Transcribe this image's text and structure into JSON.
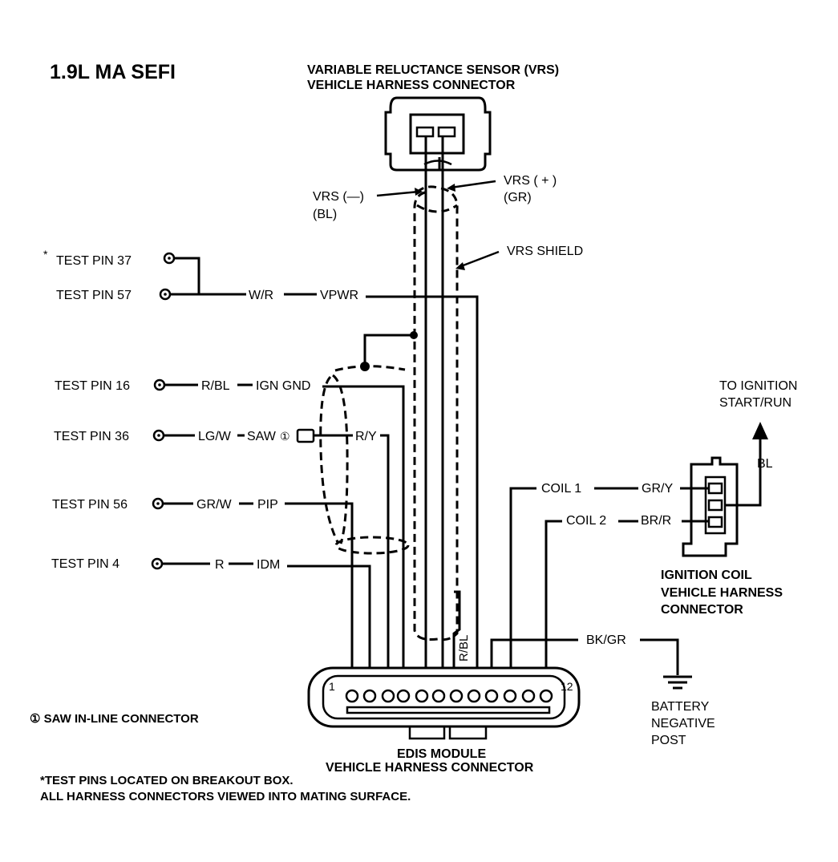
{
  "title": "1.9L MA SEFI",
  "vrs_connector": {
    "line1": "VARIABLE RELUCTANCE SENSOR (VRS)",
    "line2": "VEHICLE HARNESS CONNECTOR"
  },
  "vrs_neg": {
    "label": "VRS (—)",
    "color": "(BL)"
  },
  "vrs_pos": {
    "label": "VRS ( + )",
    "color": "(GR)"
  },
  "vrs_shield": "VRS SHIELD",
  "test_pins": [
    {
      "label": "TEST PIN 37",
      "asterisk": "*"
    },
    {
      "label": "TEST PIN 57",
      "wire": "W/R",
      "signal": "VPWR"
    },
    {
      "label": "TEST PIN 16",
      "wire": "R/BL",
      "signal": "IGN GND"
    },
    {
      "label": "TEST PIN 36",
      "wire": "LG/W",
      "signal": "SAW",
      "marker": "①",
      "wire2": "R/Y"
    },
    {
      "label": "TEST PIN 56",
      "wire": "GR/W",
      "signal": "PIP"
    },
    {
      "label": "TEST PIN 4",
      "wire": "R",
      "signal": "IDM"
    }
  ],
  "shield_wire_label": "R/BL",
  "coils": [
    {
      "label": "COIL 1",
      "wire": "GR/Y"
    },
    {
      "label": "COIL 2",
      "wire": "BR/R"
    }
  ],
  "ignition_feed": {
    "line1": "TO IGNITION",
    "line2": "START/RUN",
    "wire": "BL"
  },
  "ignition_coil_connector": {
    "line1": "IGNITION COIL",
    "line2": "VEHICLE HARNESS",
    "line3": "CONNECTOR"
  },
  "ground": {
    "wire": "BK/GR",
    "line1": "BATTERY",
    "line2": "NEGATIVE",
    "line3": "POST"
  },
  "edis_connector": {
    "pin_first": "1",
    "pin_last": "12",
    "line1": "EDIS MODULE",
    "line2": "VEHICLE HARNESS CONNECTOR"
  },
  "notes": {
    "saw": "① SAW IN-LINE CONNECTOR",
    "test_pins": "*TEST PINS LOCATED ON BREAKOUT BOX.",
    "view": "ALL HARNESS CONNECTORS VIEWED INTO MATING SURFACE."
  }
}
